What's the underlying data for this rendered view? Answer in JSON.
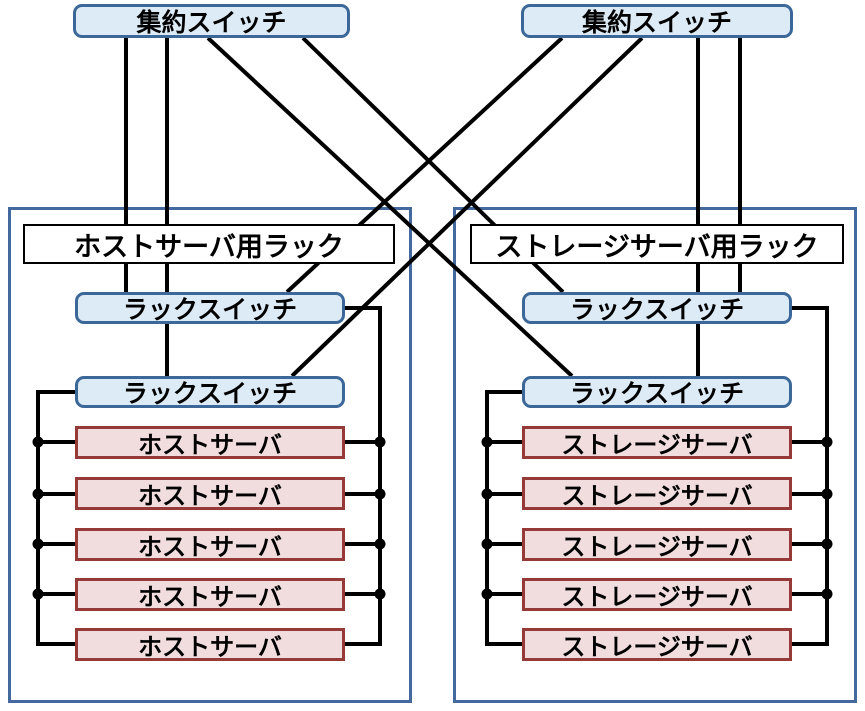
{
  "aggregation_switches": [
    {
      "label": "集約スイッチ"
    },
    {
      "label": "集約スイッチ"
    }
  ],
  "racks": [
    {
      "title": "ホストサーバ用ラック",
      "switch_labels": [
        "ラックスイッチ",
        "ラックスイッチ"
      ],
      "servers": [
        "ホストサーバ",
        "ホストサーバ",
        "ホストサーバ",
        "ホストサーバ",
        "ホストサーバ"
      ]
    },
    {
      "title": "ストレージサーバ用ラック",
      "switch_labels": [
        "ラックスイッチ",
        "ラックスイッチ"
      ],
      "servers": [
        "ストレージサーバ",
        "ストレージサーバ",
        "ストレージサーバ",
        "ストレージサーバ",
        "ストレージサーバ"
      ]
    }
  ],
  "colors": {
    "switch_fill": "#dcebf5",
    "switch_border": "#3c6899",
    "server_fill": "#f1dddd",
    "server_border": "#963a37",
    "rack_border": "#44699e",
    "title_border": "#000000",
    "connection_line": "#000000",
    "text": "#000000"
  }
}
